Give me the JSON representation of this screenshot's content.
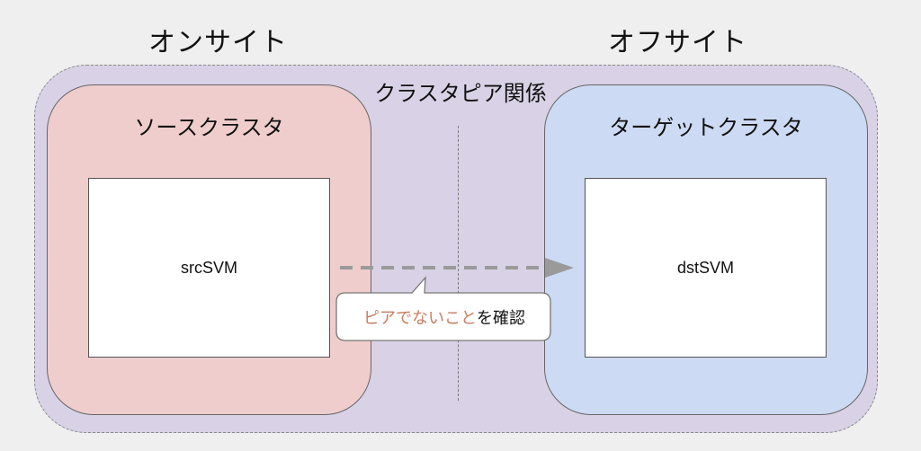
{
  "sites": {
    "onsite": "オンサイト",
    "offsite": "オフサイト"
  },
  "peer_relationship": {
    "label": "クラスタピア関係"
  },
  "source_cluster": {
    "label": "ソースクラスタ",
    "svm": "srcSVM"
  },
  "target_cluster": {
    "label": "ターゲットクラスタ",
    "svm": "dstSVM"
  },
  "callout": {
    "highlight": "ピアでないこと",
    "rest": "を確認"
  },
  "colors": {
    "background": "#efefef",
    "peer_region": "#d9d2e6",
    "source_cluster": "#efcdcd",
    "target_cluster": "#cddaf3",
    "highlight_text": "#c87d63",
    "arrow": "#9a9a9a"
  }
}
